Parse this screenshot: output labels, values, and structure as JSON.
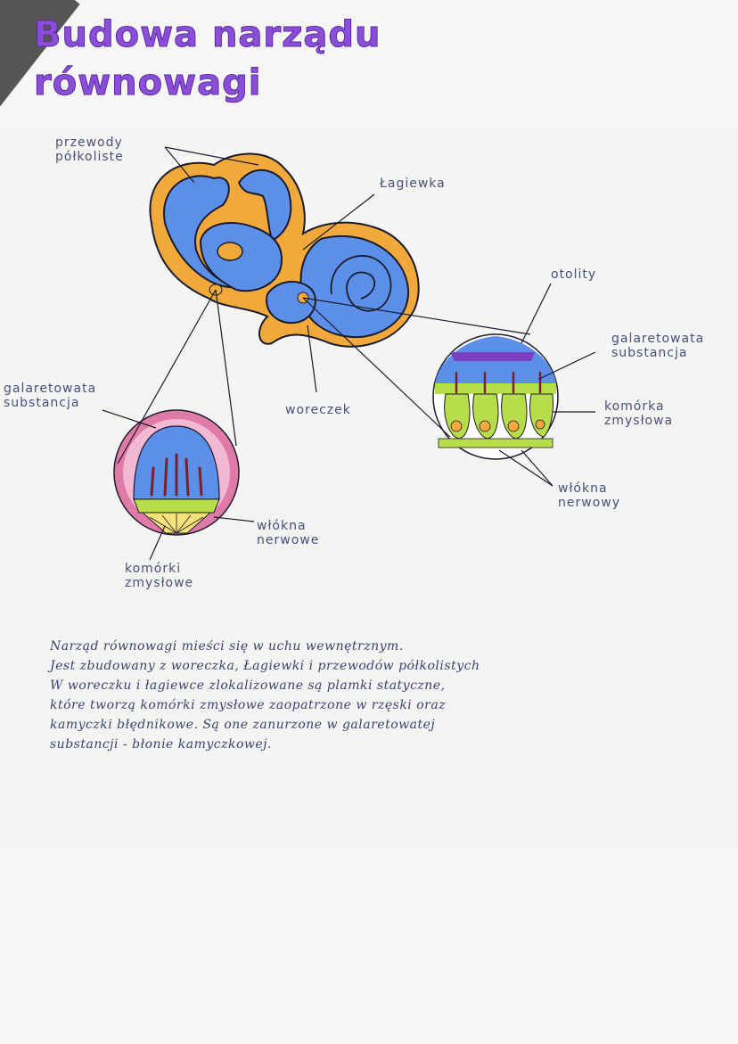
{
  "title": {
    "line1": "Budowa narządu",
    "line2": "równowagi"
  },
  "labels": {
    "przewody": "przewody\npółkoliste",
    "lagiewka": "Łagiewka",
    "otolity": "otolity",
    "galaretowata_right": "galaretowata\nsubstancja",
    "komorka": "komórka\nzmysłowa",
    "wlokna_right": "włókna\nnerwowy",
    "woreczek": "woreczek",
    "galaretowata_left": "galaretowata\nsubstancja",
    "wlokna_left": "włókna\nnerwowe",
    "komorki_left": "komórki\nzmysłowe"
  },
  "text": {
    "line1": "Narząd równowagi mieści się w uchu wewnętrznym.",
    "line2": "Jest zbudowany z woreczka, Łagiewki i przewodów półkolistych",
    "line3": "W woreczku i łagiewce zlokalizowane są plamki statyczne,",
    "line4": "które tworzą komórki zmysłowe zaopatrzone w rzęski oraz",
    "line5": "kamyczki błędnikowe. Są one zanurzone w galaretowatej",
    "line6": "substancji - błonie kamyczkowej."
  },
  "colors": {
    "title": "#8a4fd6",
    "bone": "#f2a93b",
    "labyrinth": "#5b8fe8",
    "outline": "#1b1b2e",
    "pink": "#e07aa8",
    "green": "#b7dd4a",
    "yellow": "#f6e27a"
  }
}
